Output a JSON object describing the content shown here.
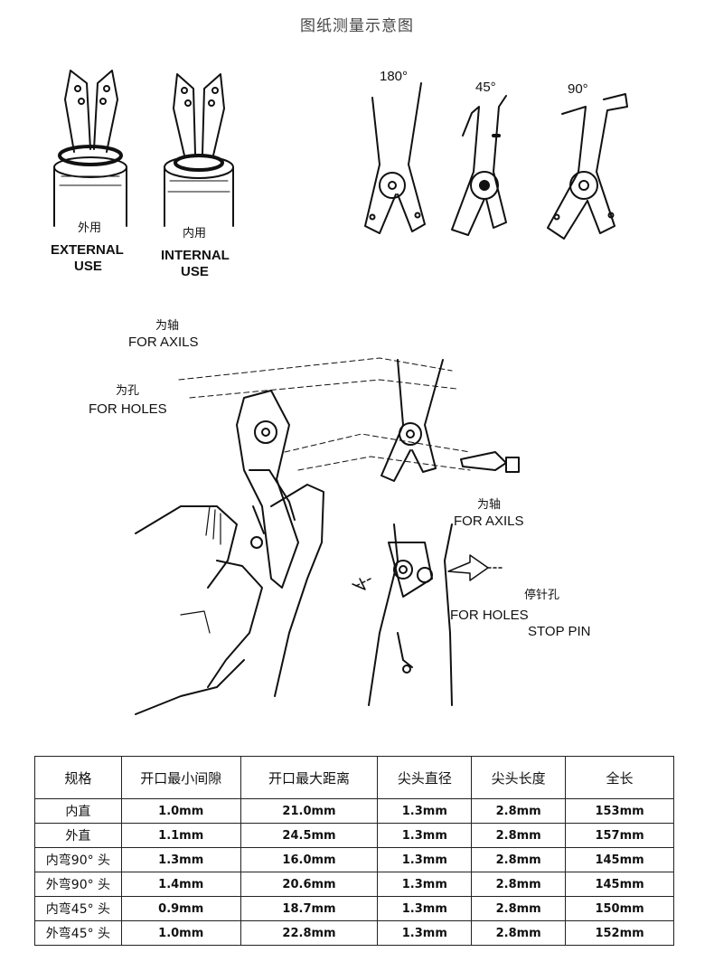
{
  "title": "图纸测量示意图",
  "top_left": {
    "external_cn": "外用",
    "external_en_1": "EXTERNAL",
    "external_en_2": "USE",
    "internal_cn": "内用",
    "internal_en_1": "INTERNAL",
    "internal_en_2": "USE"
  },
  "top_right": {
    "angle_180": "180°",
    "angle_45": "45°",
    "angle_90": "90°"
  },
  "middle": {
    "axils_cn": "为轴",
    "axils_en": "FOR AXILS",
    "holes_cn": "为孔",
    "holes_en": "FOR HOLES",
    "axils2_cn": "为轴",
    "axils2_en": "FOR AXILS",
    "stoppin_cn": "停针孔",
    "holes2_en": "FOR HOLES",
    "stoppin_en": "STOP PIN"
  },
  "table": {
    "headers": [
      "规格",
      "开口最小间隙",
      "开口最大距离",
      "尖头直径",
      "尖头长度",
      "全长"
    ],
    "rows": [
      [
        "内直",
        "1.0mm",
        "21.0mm",
        "1.3mm",
        "2.8mm",
        "153mm"
      ],
      [
        "外直",
        "1.1mm",
        "24.5mm",
        "1.3mm",
        "2.8mm",
        "157mm"
      ],
      [
        "内弯90° 头",
        "1.3mm",
        "16.0mm",
        "1.3mm",
        "2.8mm",
        "145mm"
      ],
      [
        "外弯90° 头",
        "1.4mm",
        "20.6mm",
        "1.3mm",
        "2.8mm",
        "145mm"
      ],
      [
        "内弯45° 头",
        "0.9mm",
        "18.7mm",
        "1.3mm",
        "2.8mm",
        "150mm"
      ],
      [
        "外弯45° 头",
        "1.0mm",
        "22.8mm",
        "1.3mm",
        "2.8mm",
        "152mm"
      ]
    ]
  }
}
